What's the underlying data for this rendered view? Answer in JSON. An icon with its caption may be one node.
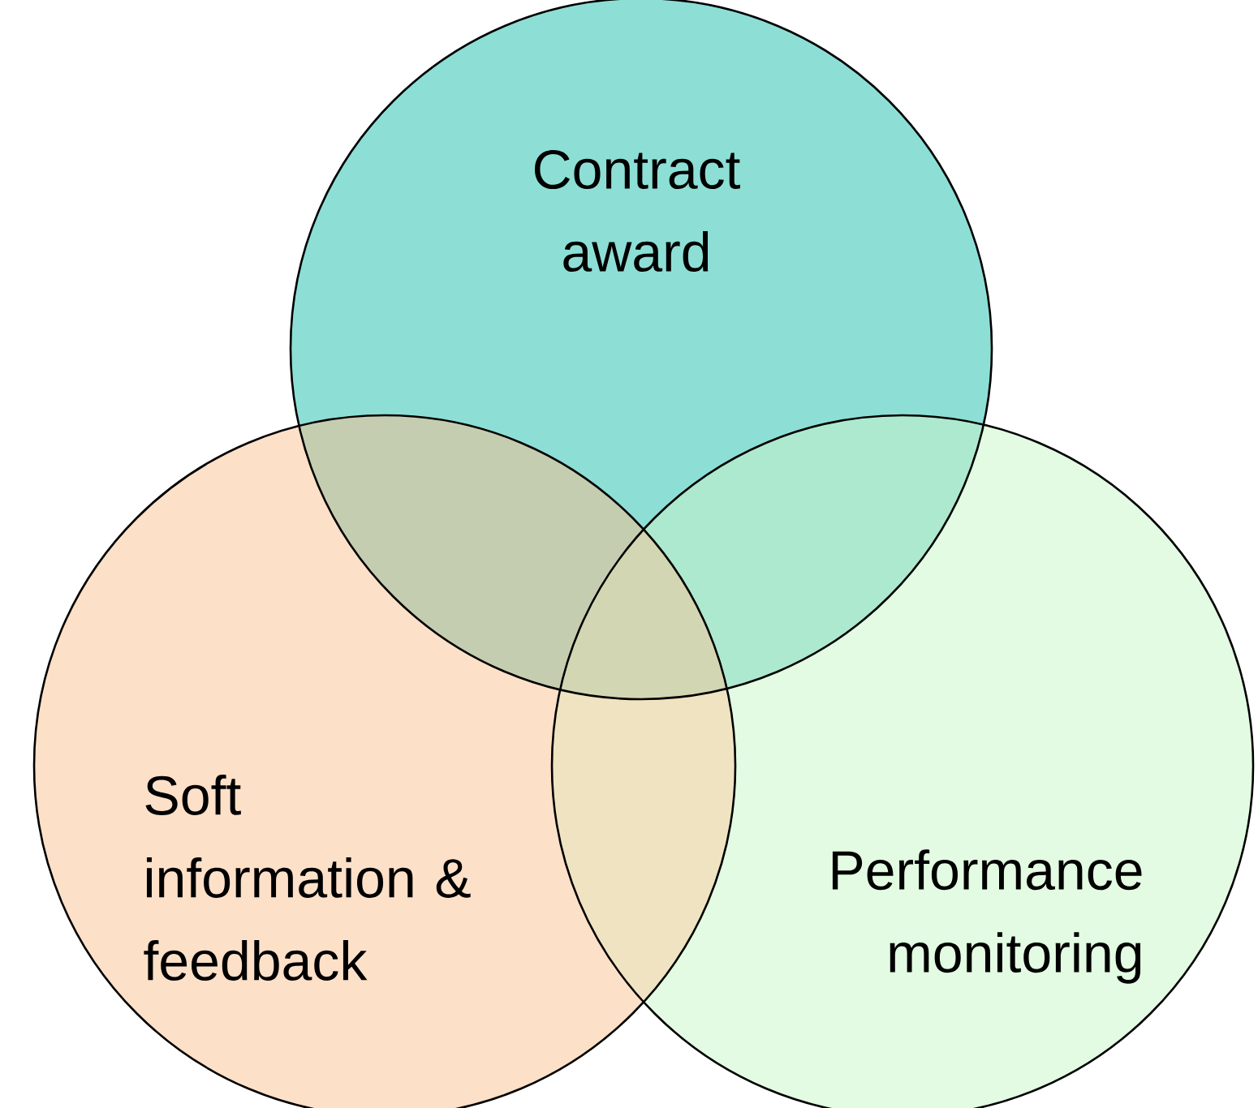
{
  "diagram": {
    "nodes": [
      {
        "text": [
          "Contract award"
        ]
      },
      {
        "text": [
          "Soft information & feedback"
        ]
      },
      {
        "text": [
          "Performance monitoring"
        ]
      }
    ]
  }
}
